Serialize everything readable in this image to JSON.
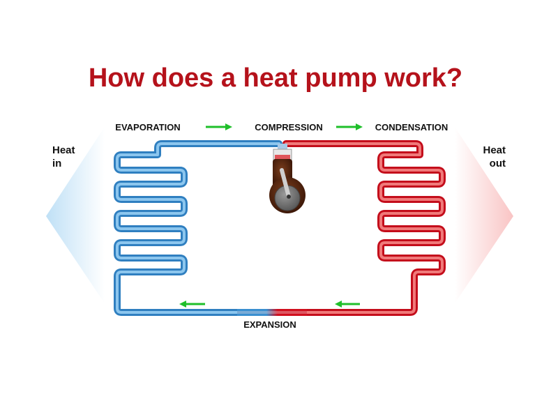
{
  "title": "How does a heat pump work?",
  "stages": {
    "evaporation": "EVAPORATION",
    "compression": "COMPRESSION",
    "condensation": "CONDENSATION",
    "expansion": "EXPANSION"
  },
  "heat_in": {
    "line1": "Heat",
    "line2": "in"
  },
  "heat_out": {
    "line1": "Heat",
    "line2": "out"
  },
  "colors": {
    "title": "#b5121b",
    "cold_pipe": "#3a8fd0",
    "cold_pipe_light": "#9dcdf0",
    "hot_pipe": "#d10f1e",
    "hot_pipe_light": "#f28b8b",
    "flow_arrow": "#1fbf2a",
    "heat_in_arrow": "#cfe6f7",
    "heat_out_arrow": "#fbd3d3",
    "compressor_body": "#5a2a14"
  },
  "icons": {
    "compressor": "compressor-piston-icon",
    "flow_arrow": "green-flow-arrow-icon"
  }
}
